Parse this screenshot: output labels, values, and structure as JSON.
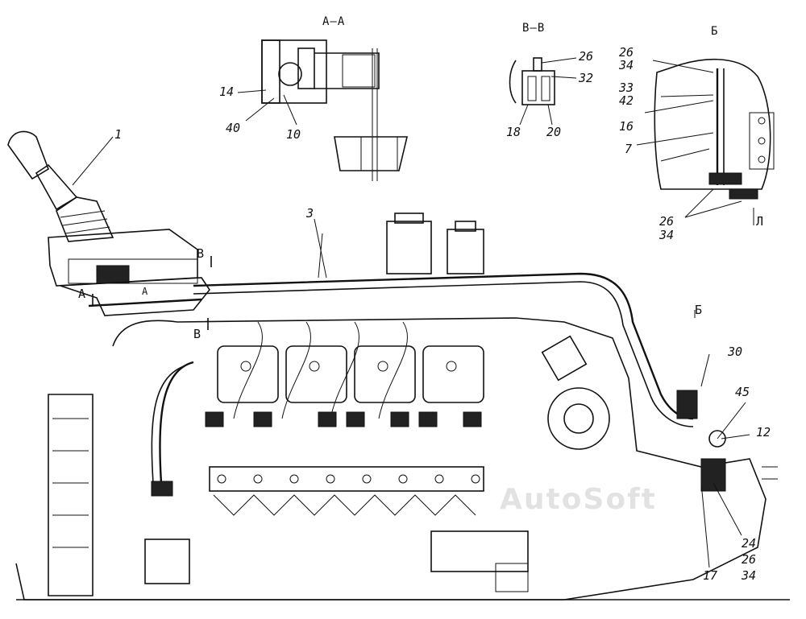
{
  "views": {
    "section_aa": "А–А",
    "section_bb": "В–В",
    "view_b": "Б"
  },
  "markers": {
    "b_top": "В",
    "a_left": "А",
    "a_small": "А",
    "b_bottom": "В",
    "b_view_arrow": "Б",
    "l_arrow": "Л"
  },
  "callouts": {
    "c1": "1",
    "c3": "3",
    "c14": "14",
    "c40": "40",
    "c10": "10",
    "c26_bb": "26",
    "c32": "32",
    "c18": "18",
    "c20": "20",
    "c26_top": "26",
    "c34_top": "34",
    "c33": "33",
    "c42": "42",
    "c16": "16",
    "c7": "7",
    "c26_low": "26",
    "c34_low": "34",
    "c30": "30",
    "c45": "45",
    "c12": "12",
    "c24": "24",
    "c26_br": "26",
    "c34_br": "34",
    "c17": "17"
  },
  "watermark": "AutoSoft"
}
